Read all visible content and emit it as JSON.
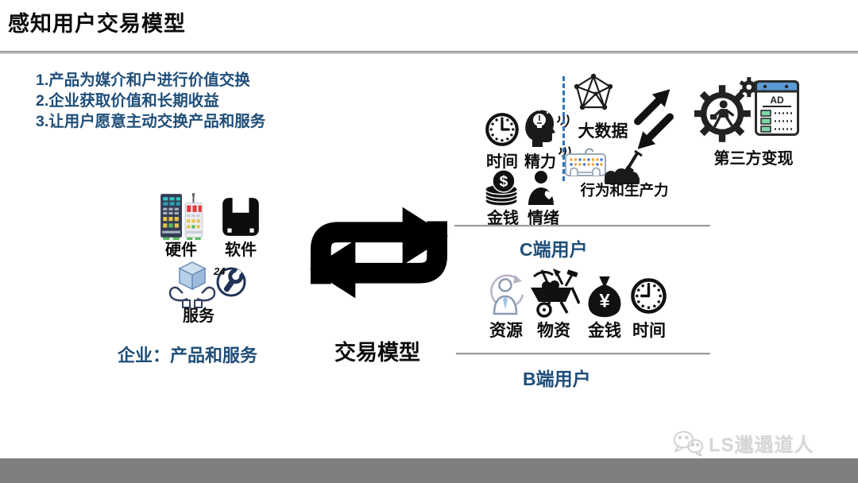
{
  "slide": {
    "title": "感知用户交易模型"
  },
  "intro_points": [
    "1.产品为媒介和户进行价值交换",
    "2.企业获取价值和长期收益",
    "3.让用户愿意主动交换产品和服务"
  ],
  "enterprise": {
    "items": [
      {
        "label": "硬件",
        "icon": "server-towers-icon"
      },
      {
        "label": "软件",
        "icon": "floppy-disk-icon"
      },
      {
        "label": "服务",
        "icon": "service-hands-cube-icon"
      }
    ],
    "caption": "企业：产品和服务"
  },
  "exchange": {
    "label": "交易模型",
    "icon": "loop-arrows-icon"
  },
  "c_segment": {
    "inputs": [
      {
        "label": "时间",
        "icon": "clock-icon"
      },
      {
        "label": "精力",
        "icon": "head-idea-icon"
      },
      {
        "label": "金钱",
        "icon": "coin-stack-icon"
      },
      {
        "label": "情绪",
        "icon": "person-heart-icon"
      }
    ],
    "big_data_label": "大数据",
    "behavior_label": "行为和生产力",
    "monetization_label": "第三方变现",
    "caption": "C端用户"
  },
  "b_segment": {
    "items": [
      {
        "label": "资源",
        "icon": "person-cycle-icon"
      },
      {
        "label": "物资",
        "icon": "wheelbarrow-icon"
      },
      {
        "label": "金钱",
        "icon": "money-bag-icon"
      },
      {
        "label": "时间",
        "icon": "clock-icon"
      }
    ],
    "caption": "B端用户"
  },
  "icon_text": {
    "ad": "AD",
    "dollar": "$",
    "yuan": "¥",
    "twenty_four": "24"
  },
  "watermark": {
    "text": "LS邋遢道人",
    "icon": "wechat-icon"
  },
  "colors": {
    "accent_blue": "#1F4E79",
    "dashed_line_blue": "#2E75B6",
    "divider_gray": "#9B9B9B",
    "footer_gray": "#7F7F7F"
  }
}
